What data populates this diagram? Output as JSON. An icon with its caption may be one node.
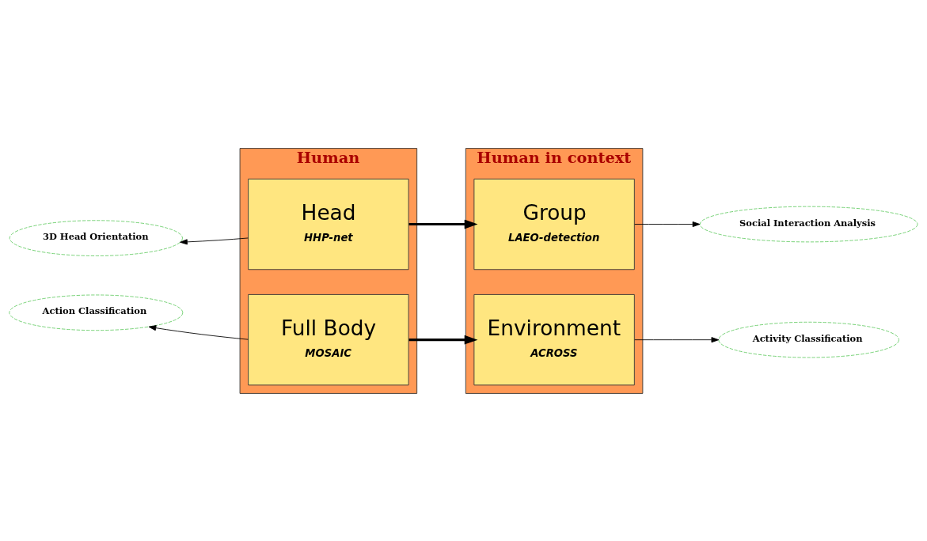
{
  "diagram": {
    "nodes": [
      {
        "text": [
          "Human"
        ]
      },
      {
        "text": [
          "Head",
          "HHP-net"
        ],
        "in": 0
      },
      {
        "text": [
          "Full Body",
          "MOSAIC"
        ],
        "in": 0
      },
      {
        "text": [
          "Human in context"
        ]
      },
      {
        "text": [
          "Group",
          "LAEO-detection"
        ],
        "in": 3
      },
      {
        "text": [
          "Environment",
          "ACROSS"
        ],
        "in": 3
      },
      {
        "text": [
          "3D Head Orientation"
        ]
      },
      {
        "text": [
          "Social Interaction Analysis"
        ]
      },
      {
        "text": [
          "Action Classification"
        ]
      },
      {
        "text": [
          "Activity Classification"
        ]
      }
    ],
    "edges": [
      {
        "from": 1,
        "to": 4,
        "arrow": "to",
        "style": "thick"
      },
      {
        "from": 2,
        "to": 5,
        "arrow": "to",
        "style": "thick"
      },
      {
        "from": 1,
        "to": 6,
        "arrow": "to"
      },
      {
        "from": 4,
        "to": 7,
        "arrow": "to"
      },
      {
        "from": 2,
        "to": 8,
        "arrow": "to"
      },
      {
        "from": 5,
        "to": 9,
        "arrow": "to"
      }
    ]
  }
}
